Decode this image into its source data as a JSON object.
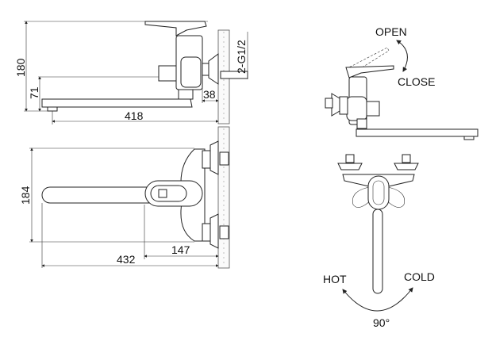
{
  "side_view": {
    "dim_height": "180",
    "dim_spout_height": "71",
    "dim_eccentric": "38",
    "dim_length": "418",
    "thread_label": "2-G1/2"
  },
  "top_view": {
    "dim_width": "184",
    "dim_handle_offset": "147",
    "dim_length": "432"
  },
  "operation": {
    "open_label": "OPEN",
    "close_label": "CLOSE",
    "hot_label": "HOT",
    "cold_label": "COLD",
    "angle_label": "90°"
  }
}
